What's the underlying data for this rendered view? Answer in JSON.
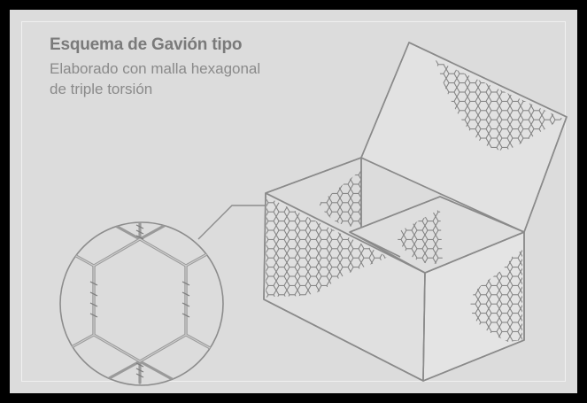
{
  "figure": {
    "title": "Esquema de Gavión tipo",
    "subtitle_line1": "Elaborado con malla hexagonal",
    "subtitle_line2": "de triple torsión"
  },
  "colors": {
    "frame": "#000000",
    "background": "#dcdcdc",
    "line": "#8c8c8c",
    "text": "#7a7a7a"
  },
  "icons": {
    "detail": "hexagonal-mesh-detail-icon",
    "box": "gabion-box-illustration"
  }
}
